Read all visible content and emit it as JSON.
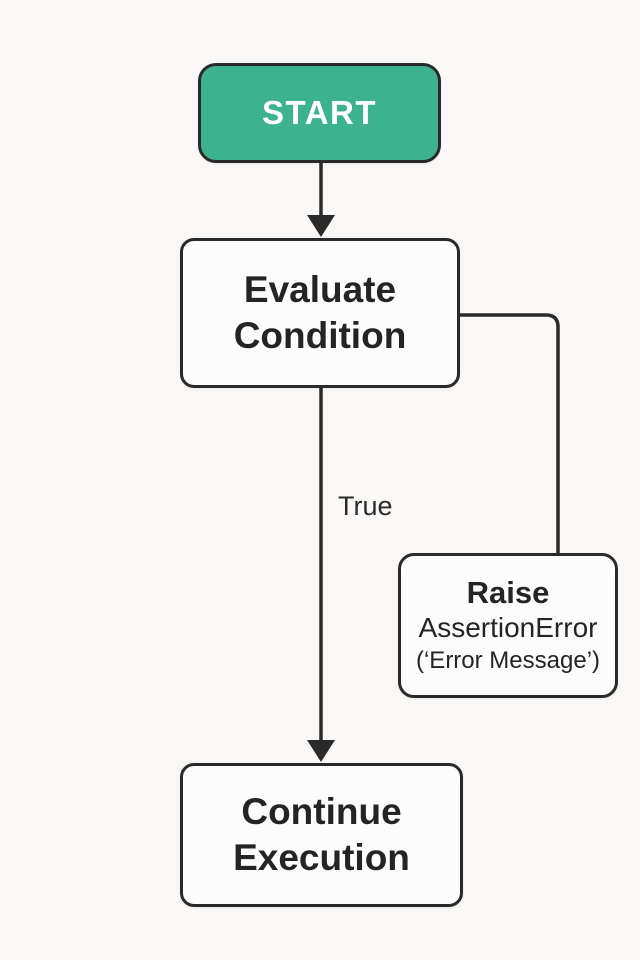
{
  "colors": {
    "background": "#f9f8f7",
    "node_border": "#2a2a2a",
    "connector": "#2a2a2a",
    "start_fill": "#3cb28e",
    "start_text": "#ffffff",
    "node_fill": "#fcfcfc",
    "text": "#242424"
  },
  "nodes": {
    "start": {
      "label": "START"
    },
    "evaluate": {
      "lines": [
        "Evaluate",
        "Condition"
      ]
    },
    "raise": {
      "lines": [
        "Raise",
        "AssertionError",
        "(‘Error Message’)"
      ]
    },
    "continue": {
      "lines": [
        "Continue",
        "Execution"
      ]
    }
  },
  "edges": {
    "true_label": "True"
  }
}
